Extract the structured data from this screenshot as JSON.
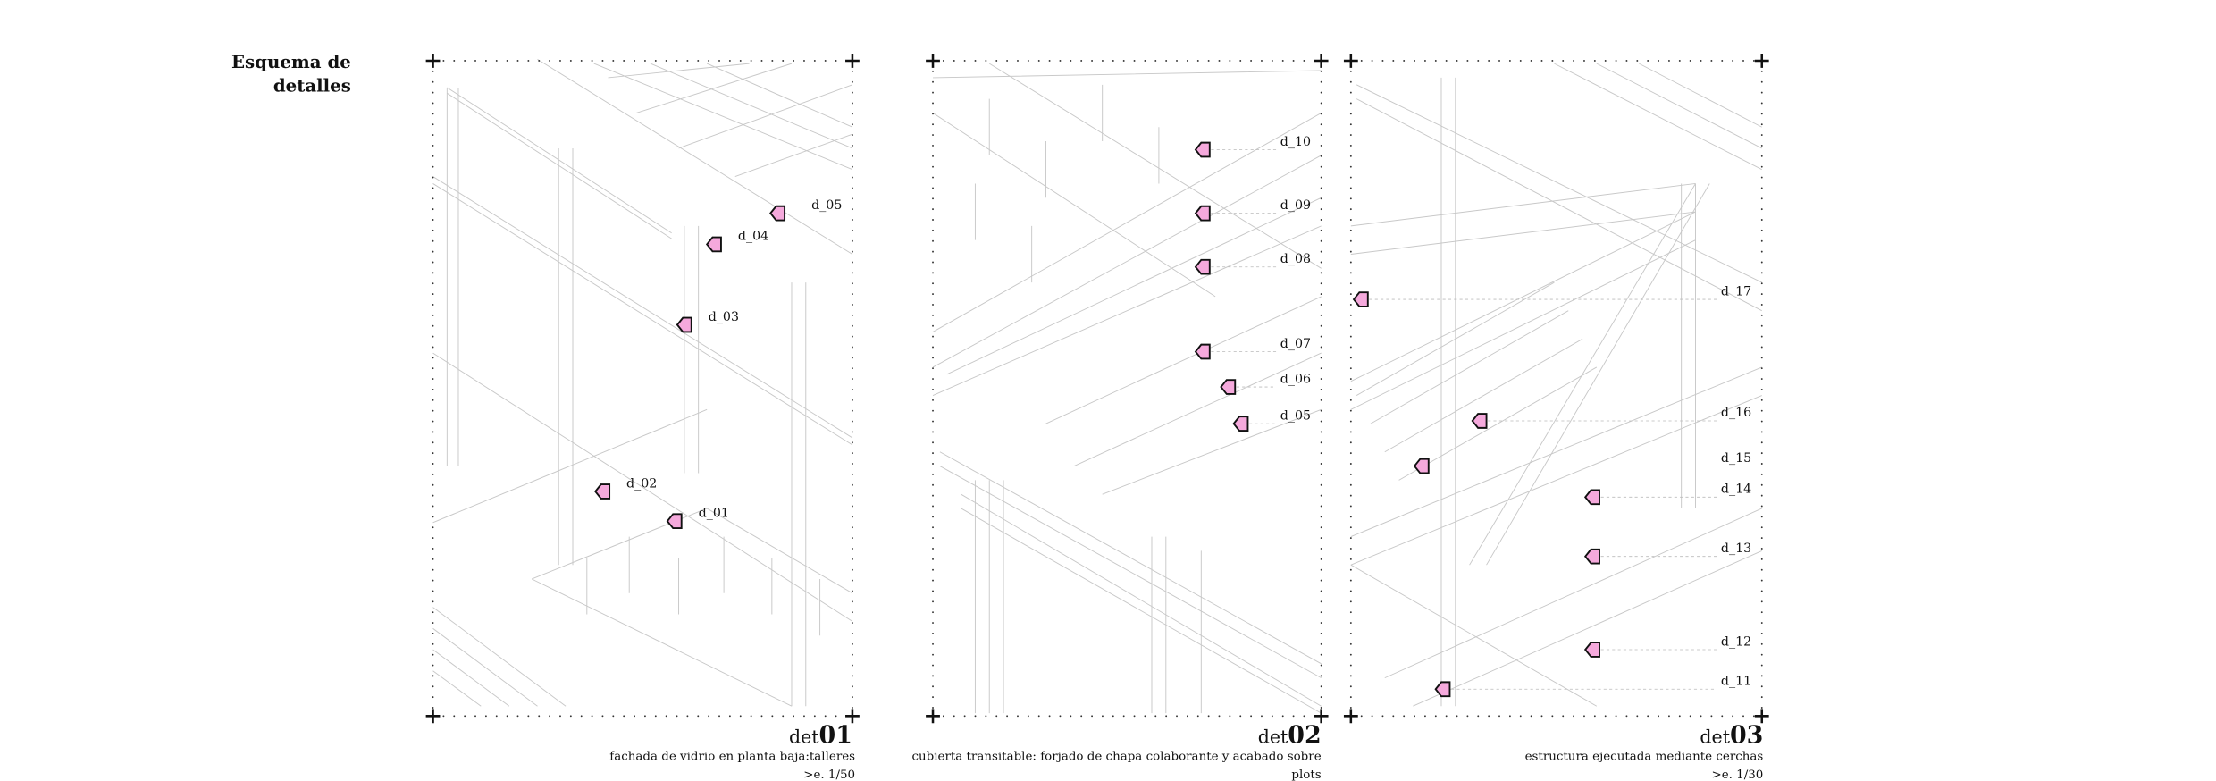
{
  "heading": {
    "line1": "Esquema de",
    "line2": "detalles"
  },
  "accent_color": "#f5a9dc",
  "panels": [
    {
      "prefix": "det",
      "number": "01",
      "caption": "fachada de vidrio en planta baja:talleres",
      "scale": ">e. 1/50",
      "markers": [
        "d_05",
        "d_04",
        "d_03",
        "d_02",
        "d_01"
      ]
    },
    {
      "prefix": "det",
      "number": "02",
      "caption": "cubierta transitable: forjado de chapa colaborante y acabado sobre",
      "scale": "plots",
      "markers": [
        "d_10",
        "d_09",
        "d_08",
        "d_07",
        "d_06",
        "d_05"
      ]
    },
    {
      "prefix": "det",
      "number": "03",
      "caption": "estructura ejecutada mediante cerchas",
      "scale": ">e. 1/30",
      "markers": [
        "d_17",
        "d_16",
        "d_15",
        "d_14",
        "d_13",
        "d_12",
        "d_11"
      ]
    }
  ]
}
